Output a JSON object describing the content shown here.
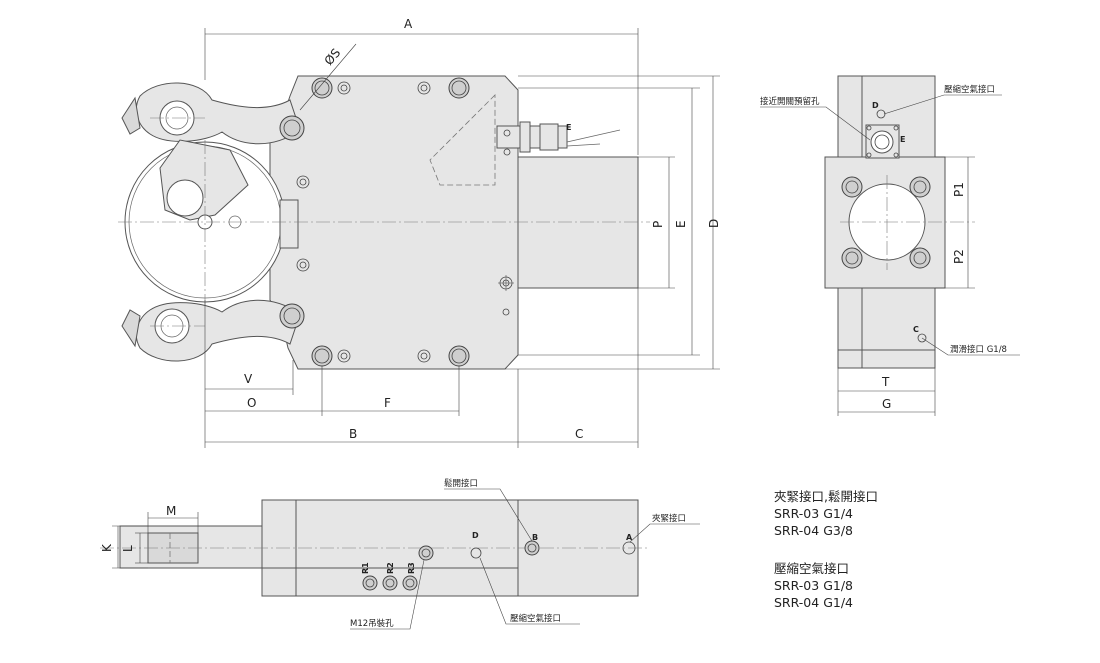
{
  "dimensions": {
    "A": "A",
    "B": "B",
    "C": "C",
    "D": "D",
    "E": "E",
    "F": "F",
    "G": "G",
    "K": "K",
    "L": "L",
    "M": "M",
    "O": "O",
    "P": "P",
    "P1": "P1",
    "P2": "P2",
    "T": "T",
    "V": "V",
    "S": "ØS"
  },
  "markers": {
    "E": "E",
    "D": "D",
    "C": "C",
    "B": "B",
    "A": "A",
    "R1": "R1",
    "R2": "R2",
    "R3": "R3"
  },
  "callouts": {
    "sensor_hole": "接近開關預留孔",
    "compressed_air_top": "壓縮空氣接口",
    "lube_port": "潤滑接口 G1/8",
    "release_port": "鬆開接口",
    "clamp_port": "夾緊接口",
    "lifting_hole": "M12吊裝孔",
    "compressed_air_bottom": "壓縮空氣接口"
  },
  "specs": {
    "clamp_release": {
      "heading": "夾緊接口,鬆開接口",
      "line1": "SRR-03  G1/4",
      "line2": "SRR-04  G3/8"
    },
    "compressed_air": {
      "heading": "壓縮空氣接口",
      "line1": "SRR-03  G1/8",
      "line2": "SRR-04  G1/4"
    }
  },
  "colors": {
    "fill": "#e6e6e6",
    "line": "#555555",
    "text": "#222222"
  }
}
